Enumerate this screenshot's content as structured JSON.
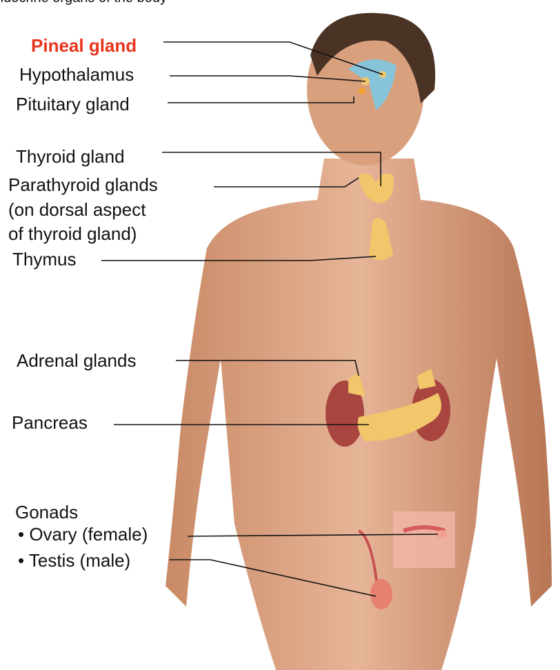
{
  "title": "ndocrine organs of the body",
  "labels": {
    "pineal": "Pineal gland",
    "hypothalamus": "Hypothalamus",
    "pituitary": "Pituitary gland",
    "thyroid": "Thyroid gland",
    "parathyroid": "Parathyroid glands",
    "parathyroid_note1": "(on dorsal aspect",
    "parathyroid_note2": "of thyroid gland)",
    "thymus": "Thymus",
    "adrenal": "Adrenal glands",
    "pancreas": "Pancreas",
    "gonads": "Gonads",
    "ovary": "• Ovary (female)",
    "testis": "• Testis (male)"
  },
  "colors": {
    "highlight": "#e8341c",
    "skin": "#d9a07e",
    "gland": "#f2c66b",
    "kidney": "#a8453f",
    "brain": "#7ec8e3"
  }
}
